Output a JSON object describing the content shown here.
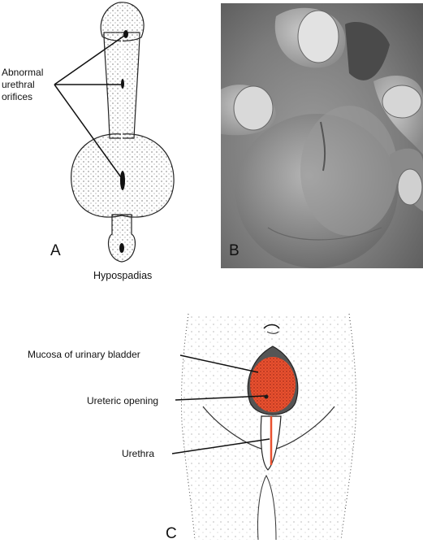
{
  "panel_a": {
    "letter": "A",
    "label_lines": [
      "Abnormal",
      "urethral",
      "orifices"
    ],
    "caption": "Hypospadias"
  },
  "panel_b": {
    "letter": "B"
  },
  "panel_c": {
    "letter": "C",
    "labels": {
      "mucosa": "Mucosa of urinary bladder",
      "ureteric": "Ureteric opening",
      "urethra": "Urethra"
    },
    "colors": {
      "mucosa": "#e8502f"
    }
  }
}
